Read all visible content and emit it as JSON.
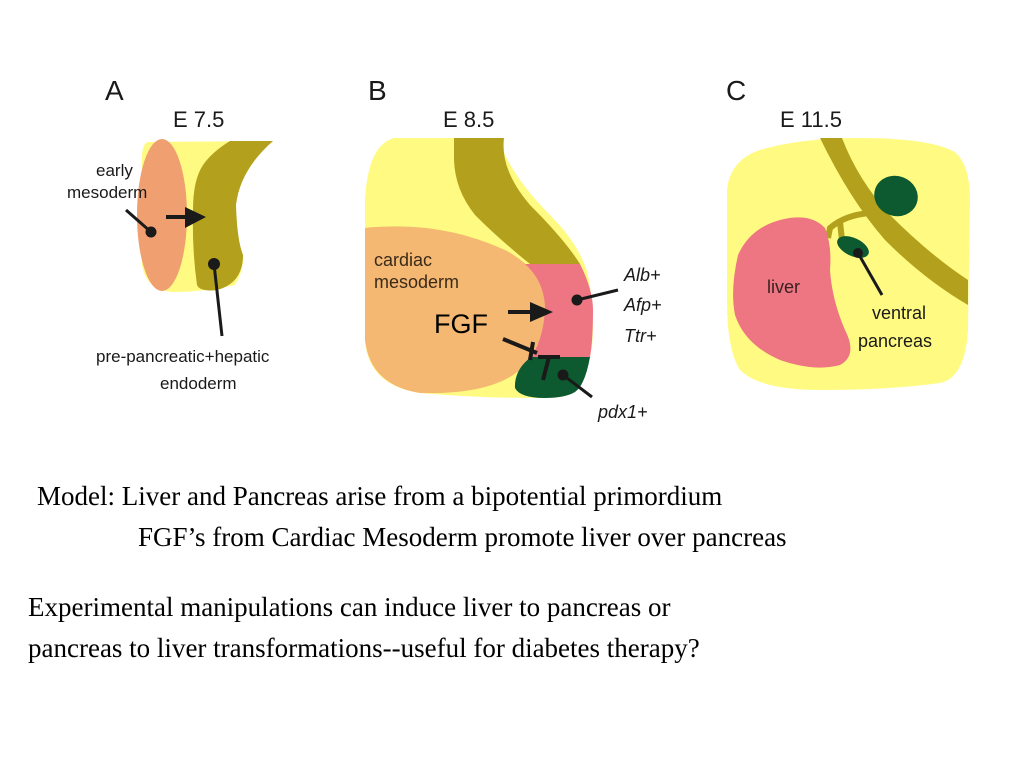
{
  "figure": {
    "colors": {
      "background_yellow": "#fffb82",
      "endoderm_olive": "#b3a01c",
      "early_mesoderm": "#f0a070",
      "cardiac_mesoderm": "#f4b872",
      "liver_pink": "#ee7582",
      "pancreas_green": "#0d5a30",
      "fgf_text": "#3b2a5a",
      "ink": "#1a1a1a"
    },
    "panels": [
      {
        "letter": "A",
        "stage": "E 7.5",
        "labels": {
          "early_mesoderm_line1": "early",
          "early_mesoderm_line2": "mesoderm",
          "endoderm_line1": "pre-pancreatic+hepatic",
          "endoderm_line2": "endoderm"
        }
      },
      {
        "letter": "B",
        "stage": "E 8.5",
        "labels": {
          "cardiac_line1": "cardiac",
          "cardiac_line2": "mesoderm",
          "fgf": "FGF",
          "marker_alb": "Alb+",
          "marker_afp": "Afp+",
          "marker_ttr": "Ttr+",
          "marker_pdx1": "pdx1+"
        }
      },
      {
        "letter": "C",
        "stage": "E 11.5",
        "labels": {
          "liver": "liver",
          "ventral_line1": "ventral",
          "ventral_line2": "pancreas"
        }
      }
    ]
  },
  "text": {
    "model_line1": "Model:  Liver and Pancreas arise from a bipotential primordium",
    "model_line2": "FGF’s from Cardiac Mesoderm promote liver over pancreas",
    "experimental_line1": "Experimental manipulations can induce liver to pancreas or",
    "experimental_line2": "pancreas to liver transformations--useful for diabetes therapy?"
  }
}
